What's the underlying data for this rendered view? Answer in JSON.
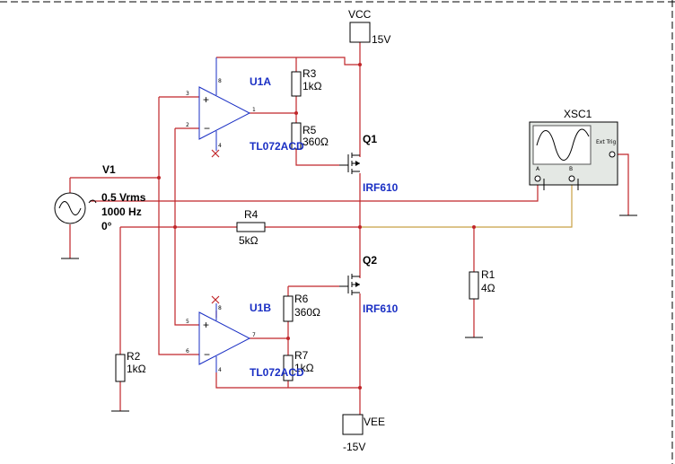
{
  "instruments": {
    "scope": {
      "title": "XSC1",
      "ext_trig": "Ext Trig",
      "ch_a": "A",
      "ch_b": "B"
    }
  },
  "sources": {
    "v1": {
      "name": "V1",
      "amplitude": "0.5 Vrms",
      "frequency": "1000 Hz",
      "phase": "0°"
    },
    "vcc": {
      "name": "VCC",
      "value": "15V"
    },
    "vee": {
      "name": "VEE",
      "value": "-15V"
    }
  },
  "resistors": {
    "r1": {
      "name": "R1",
      "value": "4Ω"
    },
    "r2": {
      "name": "R2",
      "value": "1kΩ"
    },
    "r3": {
      "name": "R3",
      "value": "1kΩ"
    },
    "r4": {
      "name": "R4",
      "value": "5kΩ"
    },
    "r5": {
      "name": "R5",
      "value": "360Ω"
    },
    "r6": {
      "name": "R6",
      "value": "360Ω"
    },
    "r7": {
      "name": "R7",
      "value": "1kΩ"
    }
  },
  "opamps": {
    "u1a": {
      "name": "U1A",
      "part": "TL072ACD",
      "pins": [
        "3",
        "2",
        "1",
        "8",
        "4"
      ]
    },
    "u1b": {
      "name": "U1B",
      "part": "TL072ACD",
      "pins": [
        "5",
        "6",
        "7",
        "8",
        "4"
      ]
    }
  },
  "transistors": {
    "q1": {
      "name": "Q1",
      "part": "IRF610"
    },
    "q2": {
      "name": "Q2",
      "part": "IRF610"
    }
  },
  "colors": {
    "wire": "#c0262a",
    "probe_wire": "#c8a044",
    "part_label": "#1a2fc4",
    "scope_body": "#e4e8e4"
  }
}
